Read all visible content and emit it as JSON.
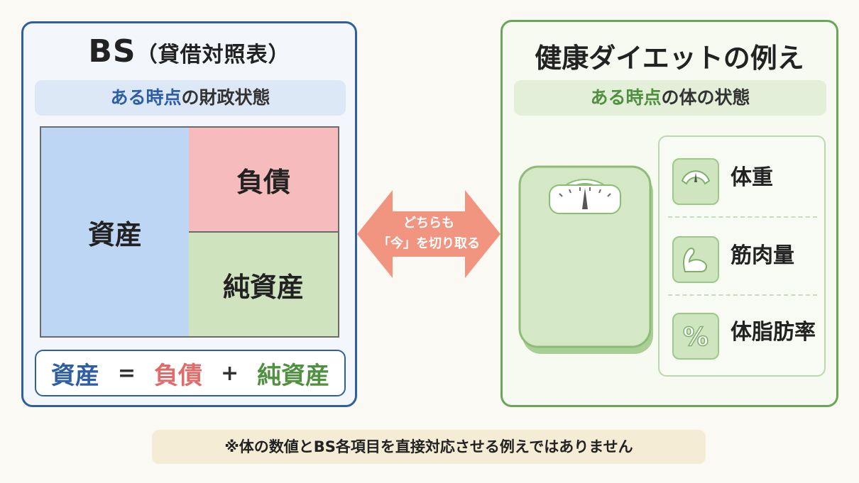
{
  "bs": {
    "title": "BS",
    "title_sub": "（貸借対照表）",
    "subtitle_highlight": "ある時点",
    "subtitle_rest": "の財政状態",
    "assets": "資産",
    "liabilities": "負債",
    "equity": "純資産",
    "equation": {
      "assets": "資産",
      "equals": "=",
      "liabilities": "負債",
      "plus": "+",
      "equity": "純資産"
    }
  },
  "arrow": {
    "line1": "どちらも",
    "line2": "「今」を切り取る"
  },
  "diet": {
    "title": "健康ダイエットの例え",
    "subtitle_highlight": "ある時点",
    "subtitle_rest": "の体の状態",
    "metrics": [
      {
        "label": "体重",
        "icon": "scale-icon"
      },
      {
        "label": "筋肉量",
        "icon": "muscle-arm-icon"
      },
      {
        "label": "体脂肪率",
        "icon": "percent-icon"
      }
    ]
  },
  "footnote": "※体の数値とBS各項目を直接対応させる例えではありません",
  "colors": {
    "bs_border": "#2f5f9e",
    "diet_border": "#6aa55a",
    "assets": "#bcd6f4",
    "liabilities": "#f6bcbd",
    "equity": "#cfe3bf",
    "arrow": "#f08a73"
  }
}
